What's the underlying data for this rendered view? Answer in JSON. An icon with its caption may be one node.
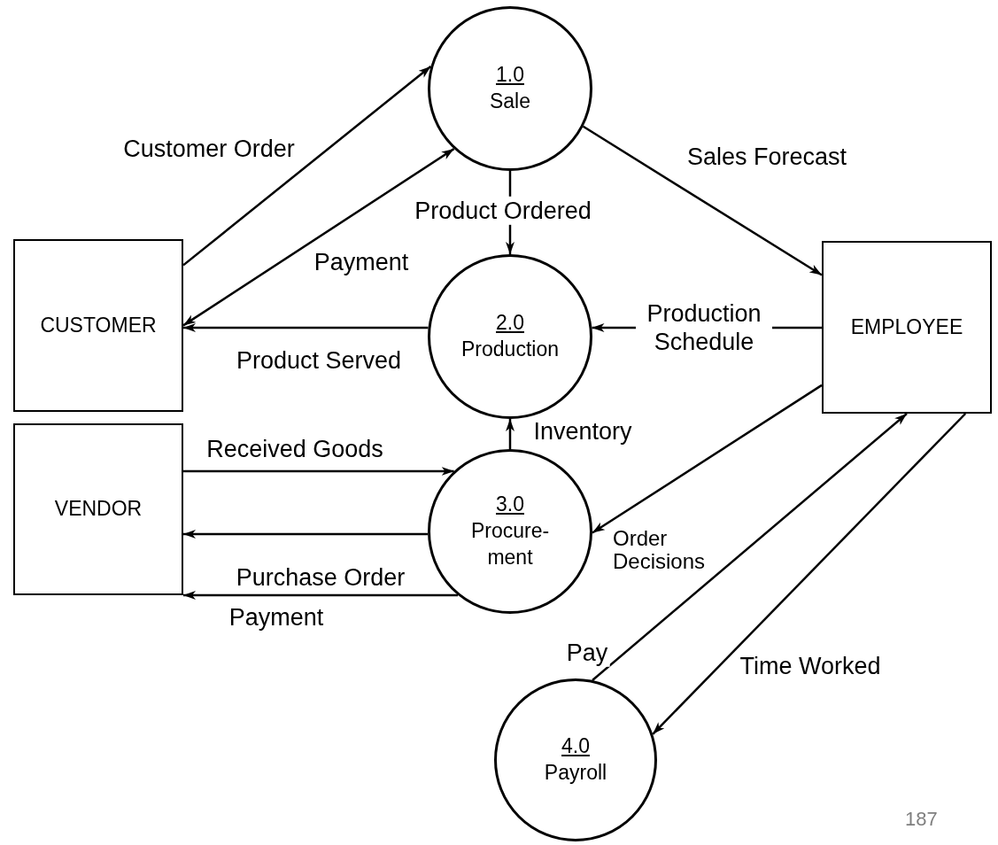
{
  "diagram": {
    "nodes": [
      {
        "text": [
          "1.0",
          "Sale"
        ]
      },
      {
        "text": [
          "2.0",
          "Production"
        ]
      },
      {
        "text": [
          "3.0",
          "Procure- ment"
        ]
      },
      {
        "text": [
          "4.0",
          "Payroll"
        ]
      },
      {
        "text": [
          "CUSTOMER"
        ]
      },
      {
        "text": [
          "VENDOR"
        ]
      },
      {
        "text": [
          "EMPLOYEE"
        ]
      }
    ],
    "edges": [
      {
        "from": 4,
        "to": 0,
        "arrow": "to",
        "label": "Customer Order"
      },
      {
        "from": 4,
        "to": 0,
        "arrow": "both",
        "label": "Payment"
      },
      {
        "from": 0,
        "to": 1,
        "arrow": "to",
        "label": "Product Ordered"
      },
      {
        "from": 0,
        "to": 6,
        "arrow": "to",
        "label": "Sales Forecast"
      },
      {
        "from": 6,
        "to": 1,
        "arrow": "to",
        "label": "Production Schedule"
      },
      {
        "from": 1,
        "to": 4,
        "arrow": "to",
        "label": "Product Served"
      },
      {
        "from": 2,
        "to": 1,
        "arrow": "to",
        "label": "Inventory"
      },
      {
        "from": 5,
        "to": 2,
        "arrow": "to",
        "label": "Received Goods"
      },
      {
        "from": 2,
        "to": 5,
        "arrow": "to",
        "label": "Purchase Order"
      },
      {
        "from": 2,
        "to": 5,
        "arrow": "to",
        "label": "Payment"
      },
      {
        "from": 6,
        "to": 2,
        "arrow": "to",
        "label": "Order Decisions"
      },
      {
        "from": 3,
        "to": 6,
        "arrow": "to",
        "label": "Pay"
      },
      {
        "from": 6,
        "to": 3,
        "arrow": "to",
        "label": "Time Worked"
      }
    ],
    "labels": [
      "187"
    ]
  }
}
